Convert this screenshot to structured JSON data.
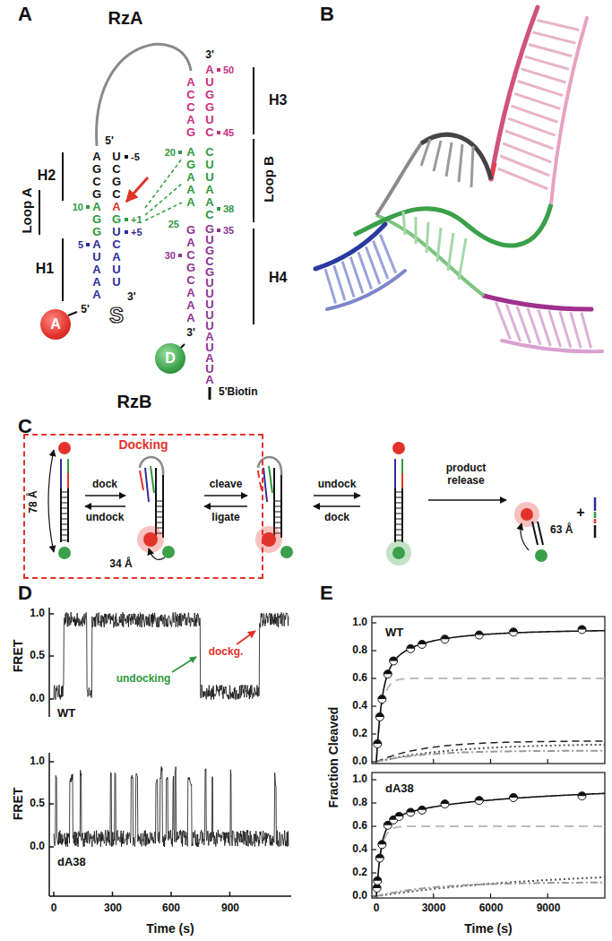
{
  "diagram": {
    "nodes": [
      {
        "text": [
          "A"
        ]
      },
      {
        "text": [
          "D"
        ]
      },
      {
        "text": [
          "Docking"
        ]
      }
    ],
    "labels": [
      "A",
      "RzA",
      "5'",
      "-5",
      "AGCG",
      "UCGC",
      "H2",
      "Loop A",
      "10",
      "AGG",
      "A",
      "G",
      "+1",
      "25",
      "H1",
      "5",
      "AUAAA",
      "UCAUU",
      "+5",
      "5'",
      "3'",
      "S",
      "3'",
      "50",
      "ACCAG",
      "AUGGUC",
      "45",
      "H3",
      "20",
      "AGAAA",
      "CUUAAC",
      "38",
      "Loop B",
      "35",
      "GUGCGUUUUUAUAUA",
      "GACGCAAA",
      "30",
      "H4",
      "3'",
      "5'Biotin",
      "RzB",
      "B",
      "C",
      "78 Å",
      "dock",
      "undock",
      "34 Å",
      "cleave",
      "ligate",
      "undock",
      "dock",
      "product release",
      "63 Å",
      "D",
      "FRET",
      "1.0",
      "0.5",
      "0.0",
      "WT",
      "undocking",
      "dockg.",
      "FRET",
      "1.0",
      "0.5",
      "0.0",
      "dA38",
      "0",
      "300",
      "600",
      "900",
      "Time (s)",
      "E",
      "WT",
      "1.0",
      "0.8",
      "0.6",
      "0.4",
      "0.2",
      "0.0",
      "Fraction Cleaved",
      "dA38",
      "1.0",
      "0.8",
      "0.6",
      "0.4",
      "0.2",
      "0.0",
      "0",
      "3000",
      "6000",
      "9000",
      "Time (s)",
      "+"
    ]
  }
}
